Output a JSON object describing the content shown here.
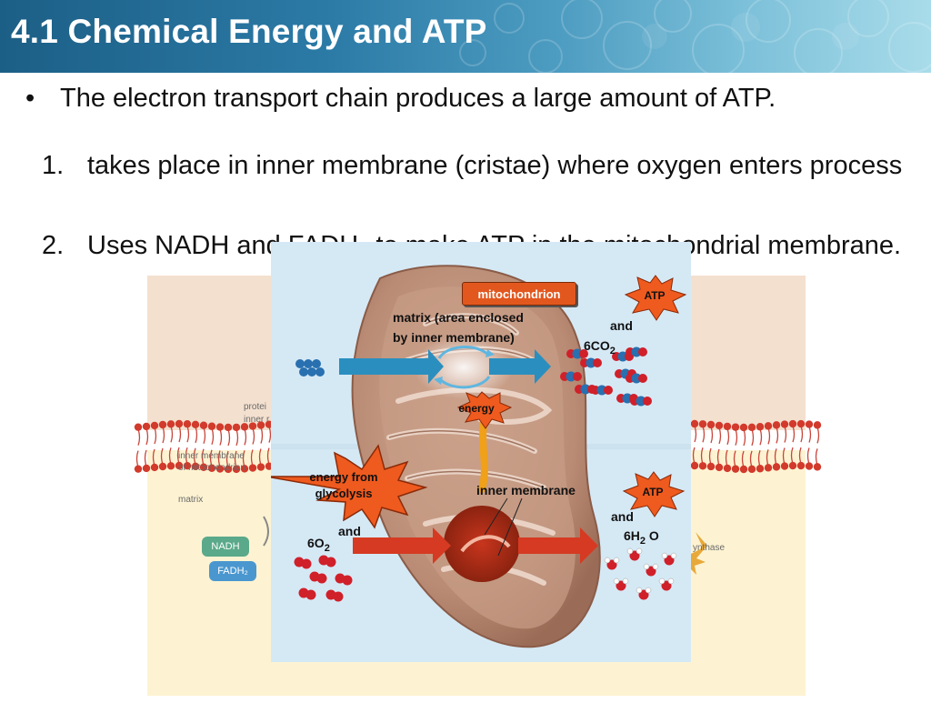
{
  "slide": {
    "title": "4.1 Chemical Energy and ATP",
    "bullet_symbol": "•",
    "bullet_main": "The electron transport chain produces a large amount of ATP.",
    "sub_items": [
      {
        "number": "1.",
        "text": "takes place in inner membrane (cristae) where oxygen enters process"
      },
      {
        "number": "2.",
        "text": "Uses NADH and FADH₂ to make ATP in the mitochondrial membrane."
      }
    ]
  },
  "background_figure": {
    "labels": [
      "protei",
      "inner r",
      "inner membrane",
      "of mitochondrion",
      "matrix",
      "ynthase"
    ],
    "pills": [
      {
        "label": "NADH",
        "color": "#5aa98a"
      },
      {
        "label": "FADH₂",
        "color": "#4a97cf"
      }
    ]
  },
  "figure": {
    "mitochondrion_label": "mitochondrion",
    "matrix_label_line1": "matrix (area enclosed",
    "matrix_label_line2": "by inner membrane)",
    "energy_label": "energy",
    "energy_from_line1": "energy from",
    "energy_from_line2": "glycolysis",
    "inner_membrane_label": "inner membrane",
    "atp_top": "ATP",
    "and_top": "and",
    "co2_prefix": "6CO",
    "co2_sub": "2",
    "atp_bottom": "ATP",
    "and_bottom": "and",
    "h2o_prefix": "6H",
    "h2o_sub": "2",
    "h2o_suffix": " O",
    "and_left": "and",
    "o2_prefix": "6O",
    "o2_sub": "2"
  },
  "colors": {
    "header": "#2b7aa6",
    "label_box": "#e2571e",
    "burst": "#ef5a1e",
    "blue_arrow": "#2a8fbf",
    "red_arrow": "#d63a22",
    "oxygen_red": "#d0202a",
    "carbon_blue": "#2870b0"
  }
}
